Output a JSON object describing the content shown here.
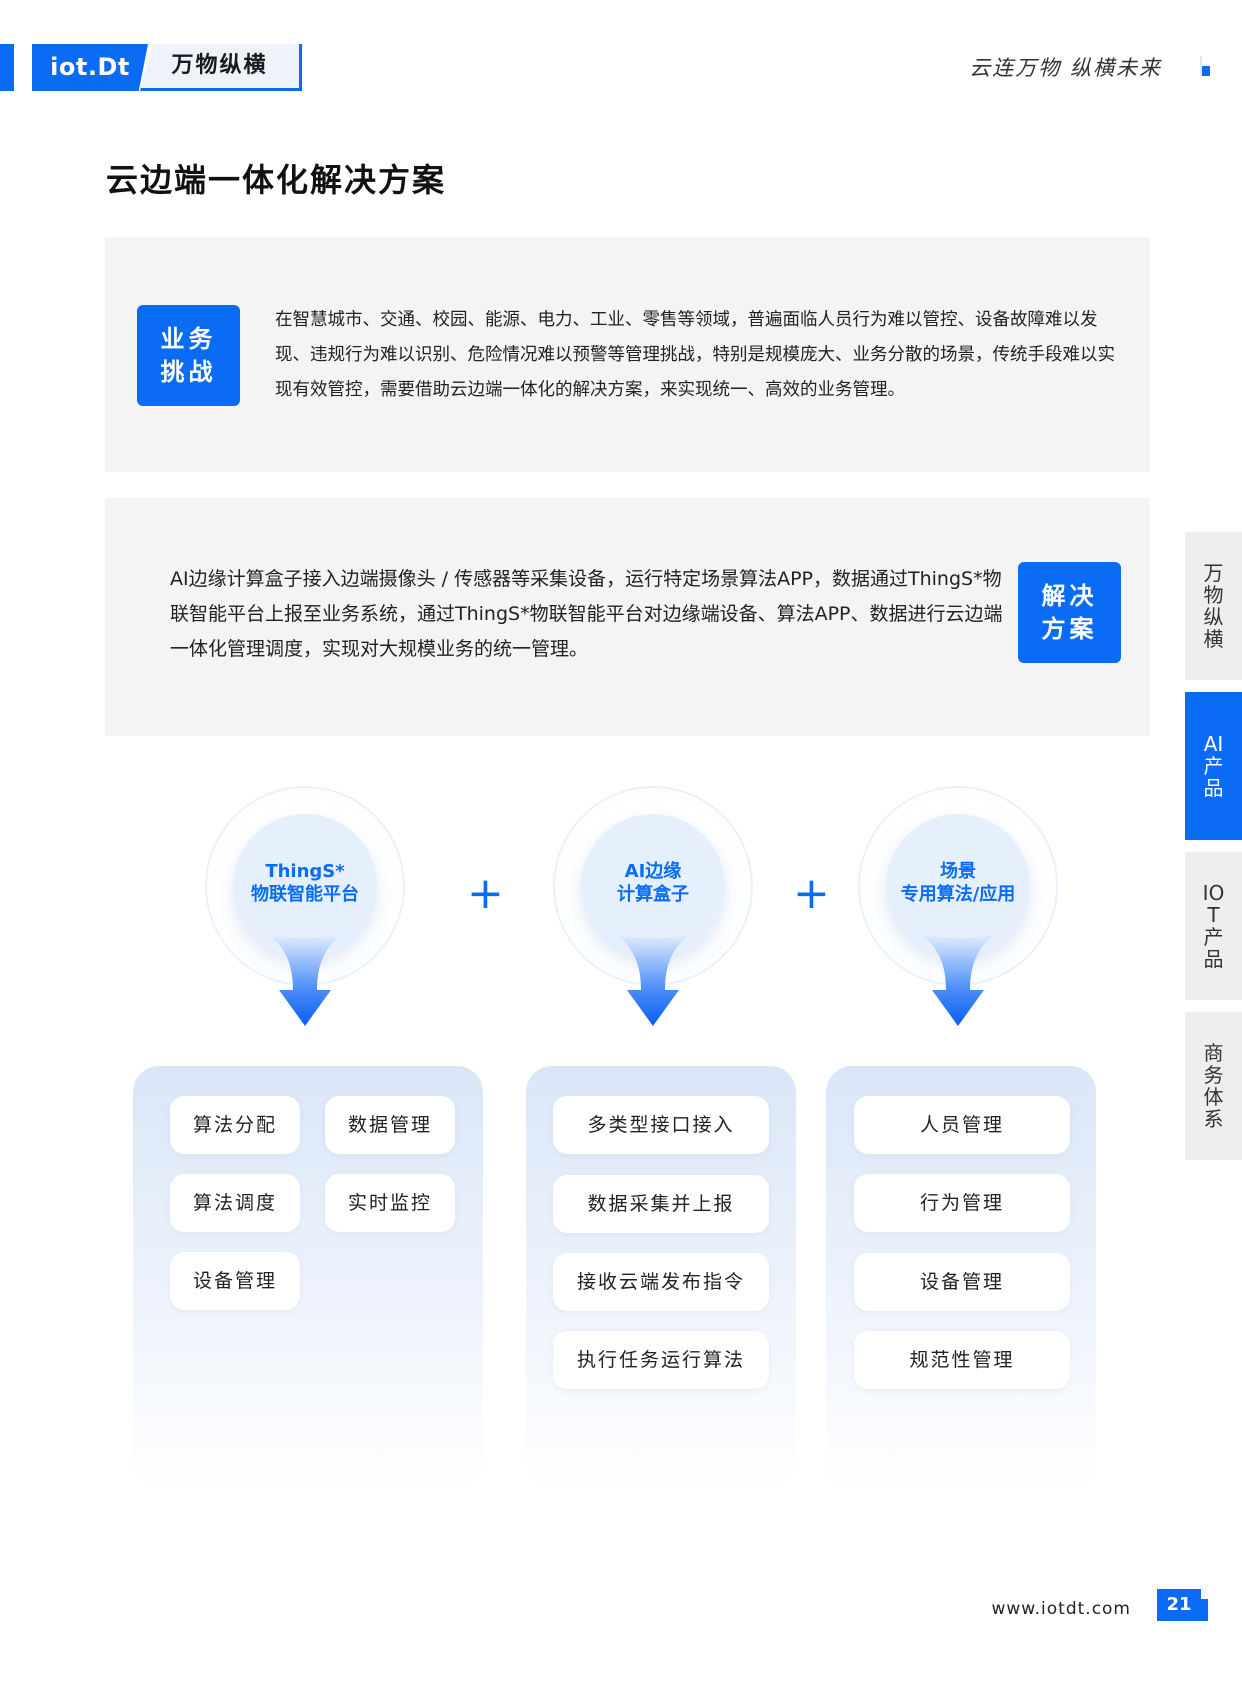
{
  "header": {
    "logo": "iot.Dt",
    "brand": "万物纵横",
    "slogan": "云连万物 纵横未来"
  },
  "page_title": "云边端一体化解决方案",
  "challenge": {
    "tag_line1": "业务",
    "tag_line2": "挑战",
    "text": "在智慧城市、交通、校园、能源、电力、工业、零售等领域，普遍面临人员行为难以管控、设备故障难以发现、违规行为难以识别、危险情况难以预警等管理挑战，特别是规模庞大、业务分散的场景，传统手段难以实现有效管控，需要借助云边端一体化的解决方案，来实现统一、高效的业务管理。"
  },
  "solution": {
    "tag_line1": "解决",
    "tag_line2": "方案",
    "text": "AI边缘计算盒子接入边端摄像头 / 传感器等采集设备，运行特定场景算法APP，数据通过ThingS*物联智能平台上报至业务系统，通过ThingS*物联智能平台对边缘端设备、算法APP、数据进行云边端一体化管理调度，实现对大规模业务的统一管理。"
  },
  "side_tabs": [
    "万物纵横",
    "AI产品",
    "IOT产品",
    "商务体系"
  ],
  "components": [
    {
      "line1": "ThingS*",
      "line2": "物联智能平台"
    },
    {
      "line1": "AI边缘",
      "line2": "计算盒子"
    },
    {
      "line1": "场景",
      "line2": "专用算法/应用"
    }
  ],
  "plus_symbol": "+",
  "col1": [
    "算法分配",
    "数据管理",
    "算法调度",
    "实时监控",
    "设备管理"
  ],
  "col2": [
    "多类型接口接入",
    "数据采集并上报",
    "接收云端发布指令",
    "执行任务运行算法"
  ],
  "col3": [
    "人员管理",
    "行为管理",
    "设备管理",
    "规范性管理"
  ],
  "footer": {
    "url": "www.iotdt.com",
    "page": "21"
  },
  "colors": {
    "accent": "#0a6cf5",
    "panel_bg": "#f4f4f4",
    "bubble_bg": "#e6f0fd"
  }
}
